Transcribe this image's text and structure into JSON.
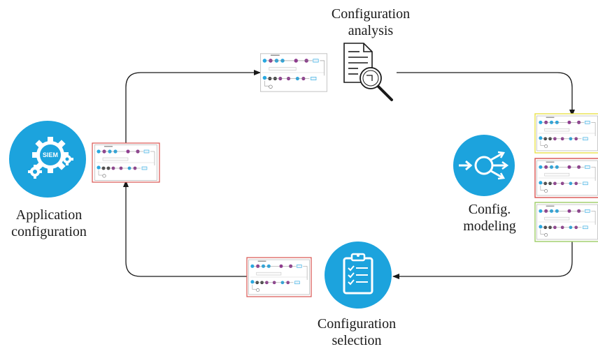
{
  "labels": {
    "app_config": [
      "Application",
      "configuration"
    ],
    "config_analysis": [
      "Configuration",
      "analysis"
    ],
    "config_modeling": [
      "Config.",
      "modeling"
    ],
    "config_selection": [
      "Configuration",
      "selection"
    ],
    "siem_badge": "SIEM"
  },
  "colors": {
    "accent_blue": "#1ca3dd",
    "arrow": "#1a1a1a",
    "frame_red": "#d9534f",
    "frame_yellow": "#e8e04a",
    "frame_green": "#9ccc65",
    "node_cyan": "#29a8e0",
    "node_purple": "#8e3c8e",
    "node_dark": "#444444"
  },
  "icons": {
    "app_config": "siem-gears-icon",
    "config_analysis": "document-magnifier-icon",
    "config_modeling": "signal-splitter-icon",
    "config_selection": "clipboard-checklist-icon"
  }
}
